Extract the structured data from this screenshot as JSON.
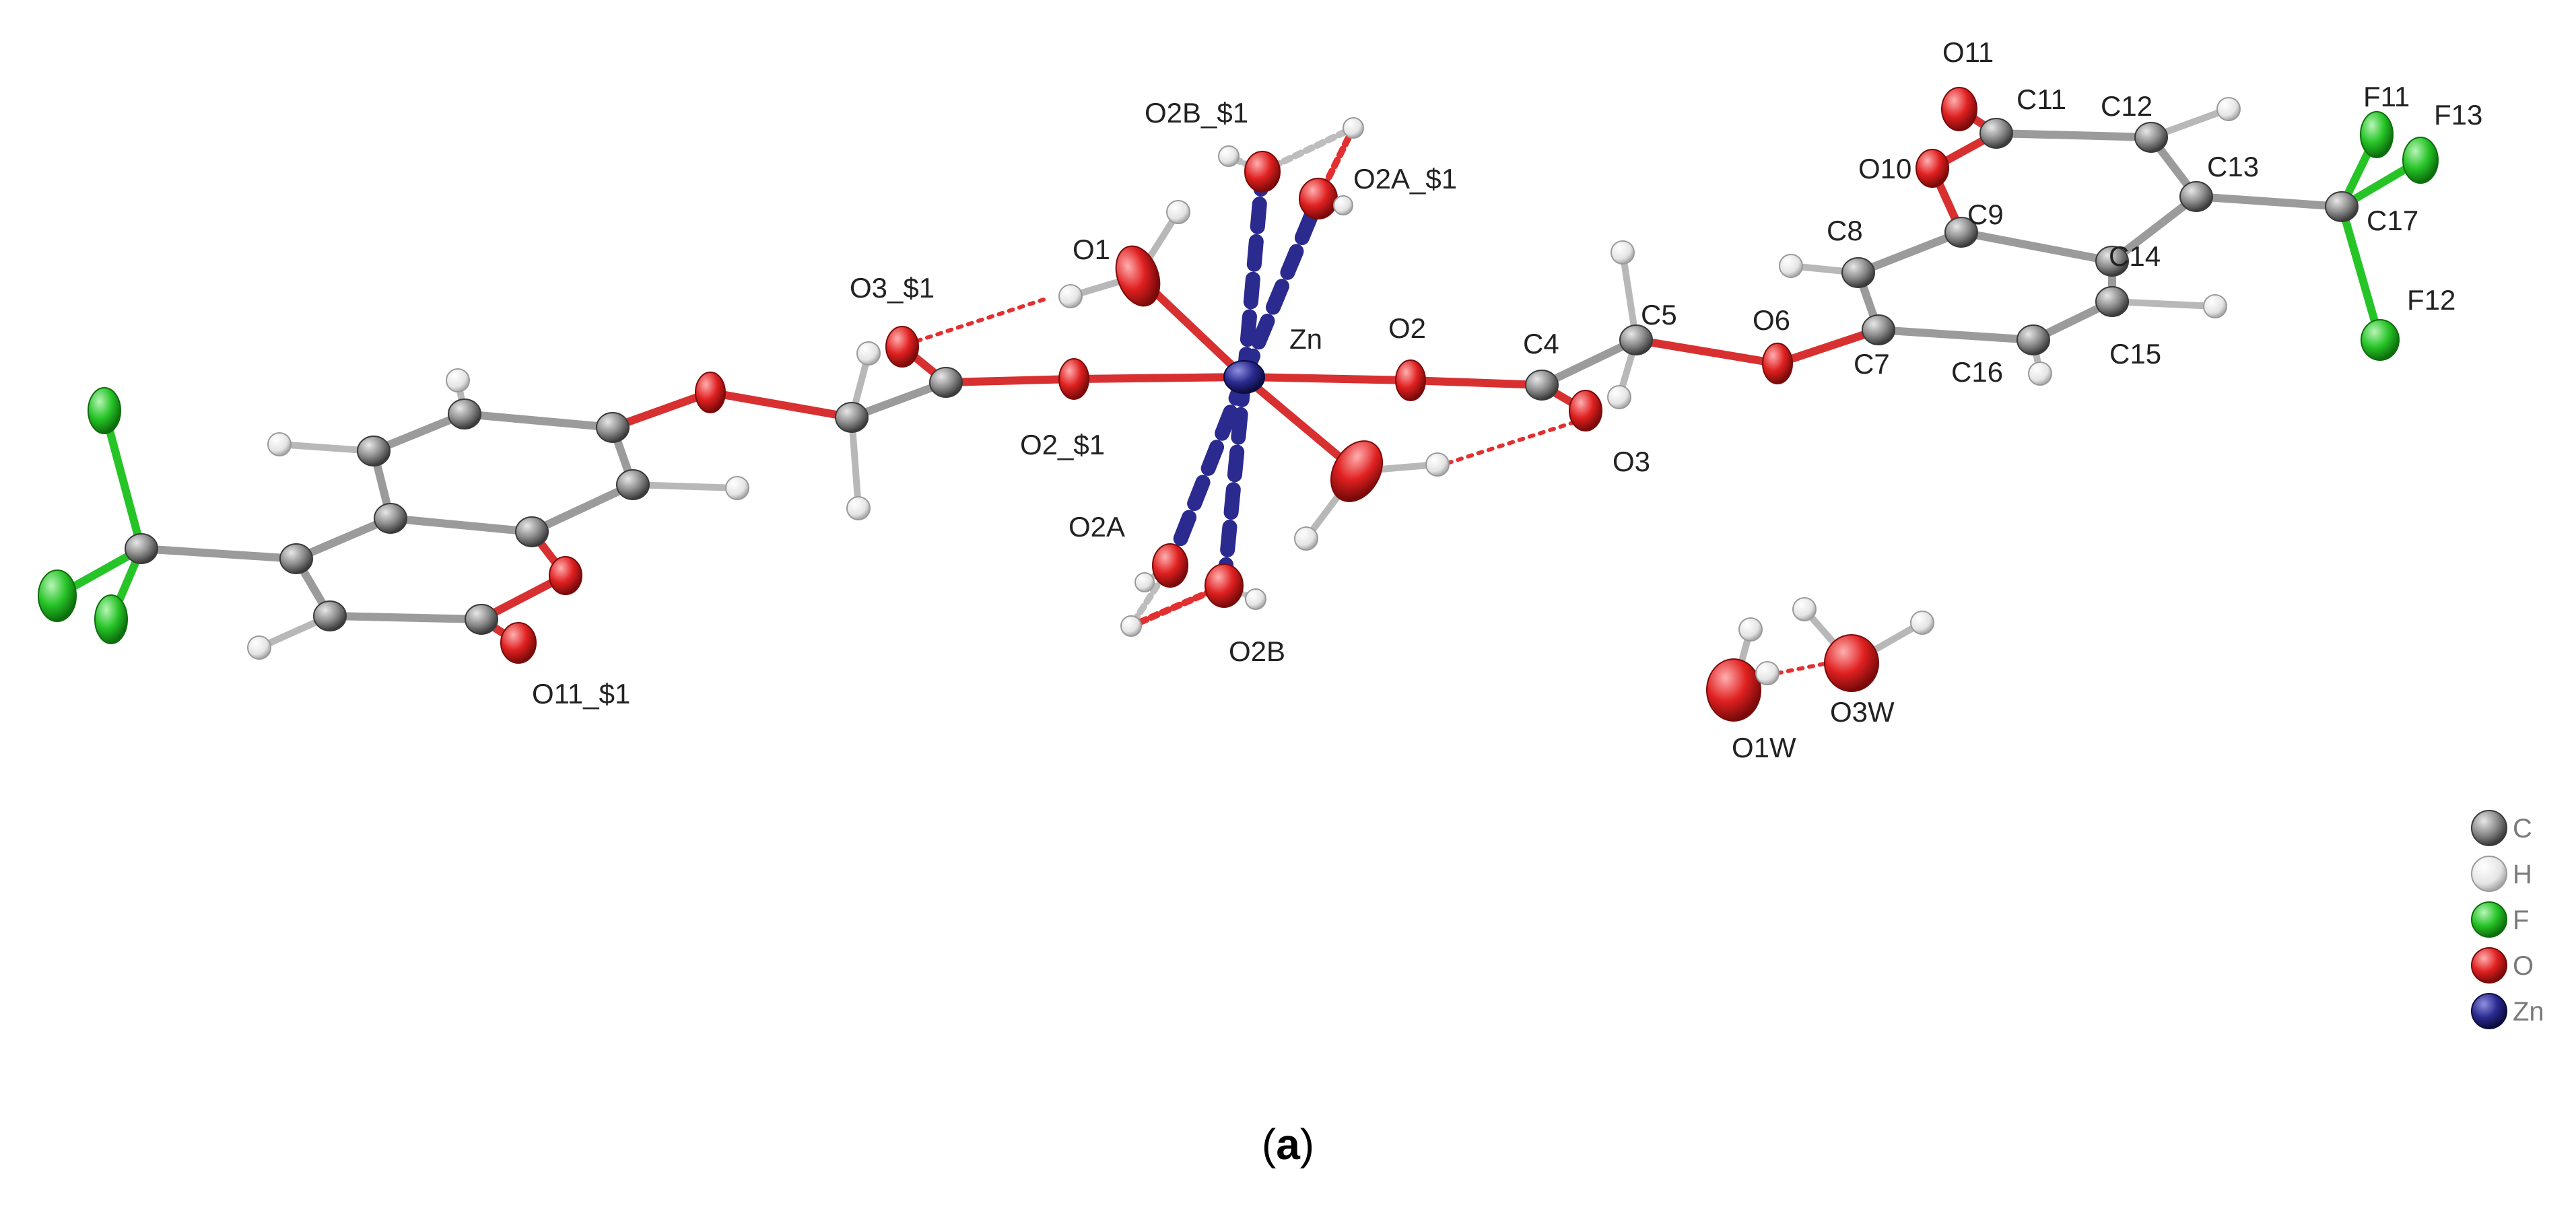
{
  "caption": {
    "open": "(",
    "letter": "a",
    "close": ")"
  },
  "colors": {
    "carbon": "#8e8e8e",
    "hydrogen": "#e6e6e6",
    "fluorine": "#27c427",
    "oxygen": "#e02020",
    "zinc": "#2a2a8f",
    "hbond": "#e23030",
    "bond_gray": "#9b9b9b",
    "bond_red": "#d83030"
  },
  "legend": {
    "items": [
      {
        "element": "carbon",
        "label": "C"
      },
      {
        "element": "hydrogen",
        "label": "H"
      },
      {
        "element": "fluorine",
        "label": "F"
      },
      {
        "element": "oxygen",
        "label": "O"
      },
      {
        "element": "zinc",
        "label": "Zn"
      }
    ]
  },
  "labels": {
    "O11": "O11",
    "C11": "C11",
    "C12": "C12",
    "F11": "F11",
    "F13": "F13",
    "C13": "C13",
    "O10": "O10",
    "C9": "C9",
    "C17": "C17",
    "C8": "C8",
    "C14": "C14",
    "F12": "F12",
    "O2B_1": "O2B_$1",
    "O2A_1": "O2A_$1",
    "O1": "O1",
    "O3_1": "O3_$1",
    "Zn": "Zn",
    "O2": "O2",
    "C4": "C4",
    "C5": "C5",
    "O6": "O6",
    "C7": "C7",
    "C16": "C16",
    "C15": "C15",
    "O2_1": "O2_$1",
    "O3": "O3",
    "O2A": "O2A",
    "O2B": "O2B",
    "O11_1": "O11_$1",
    "O1W": "O1W",
    "O3W": "O3W"
  }
}
